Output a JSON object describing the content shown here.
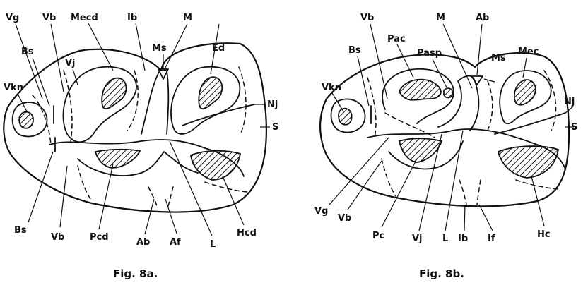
{
  "figures": [
    {
      "caption": "Fig. 8a.",
      "labels": {
        "vg": "Vg",
        "vb_top": "Vb",
        "mecd": "Mecd",
        "ib": "Ib",
        "m": "M",
        "ms": "Ms",
        "ed": "Ed",
        "bs_top": "Bs",
        "vj": "Vj",
        "vkn": "Vkn",
        "nj": "Nj",
        "s": "S",
        "bs_bottom": "Bs",
        "vb_bottom": "Vb",
        "pcd": "Pcd",
        "ab": "Ab",
        "af": "Af",
        "l": "L",
        "hcd": "Hcd"
      }
    },
    {
      "caption": "Fig. 8b.",
      "labels": {
        "vb": "Vb",
        "pac": "Pac",
        "m": "M",
        "ab": "Ab",
        "bs": "Bs",
        "pasp": "Pasp",
        "ms": "Ms",
        "mec": "Mec",
        "vkn": "Vkn",
        "nj": "Nj",
        "s": "S",
        "vg": "Vg",
        "vb_bottom": "Vb",
        "pc": "Pc",
        "vj": "Vj",
        "l": "L",
        "ib": "Ib",
        "if": "If",
        "hc": "Hc"
      }
    }
  ]
}
